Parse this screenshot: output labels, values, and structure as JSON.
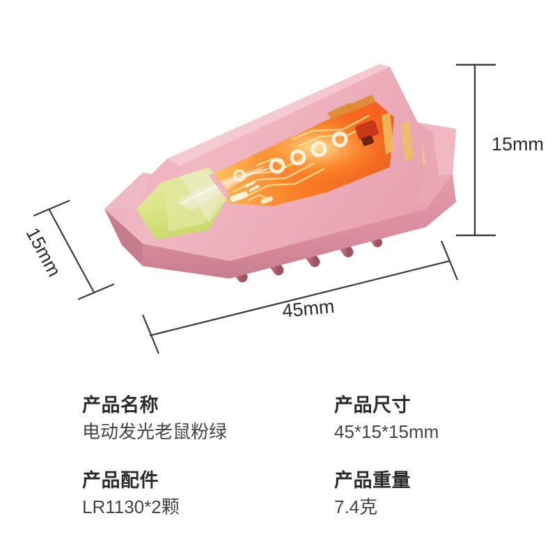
{
  "product_image": {
    "alt_name": "electronic-light-up-toy-mouse",
    "colors": {
      "shell_pink_light": "#edb0bb",
      "shell_pink_mid": "#e396a6",
      "shell_pink_dark": "#cf8293",
      "leg_rose": "#b85f6b",
      "base_yellow_green": "#d6e33f",
      "base_yellow_green_dark": "#bcc92e",
      "pcb_orange": "#f4541b",
      "pcb_glow": "#ffb02e",
      "pcb_trace_gold": "#ffd98a",
      "pcb_pad_white": "#fff4e0",
      "background": "#ffffff"
    },
    "leg_count": 5,
    "vent_slot_count": 5
  },
  "dimensions": {
    "height": "15mm",
    "length": "45mm",
    "depth": "15mm",
    "line_color": "#3a3a3a"
  },
  "specs": {
    "rows": [
      {
        "label": "产品名称",
        "value": "电动发光老鼠粉绿",
        "label_right": "产品尺寸",
        "value_right": "45*15*15mm"
      },
      {
        "label": "产品配件",
        "value": "LR1130*2颗",
        "label_right": "产品重量",
        "value_right": "7.4克"
      }
    ]
  }
}
